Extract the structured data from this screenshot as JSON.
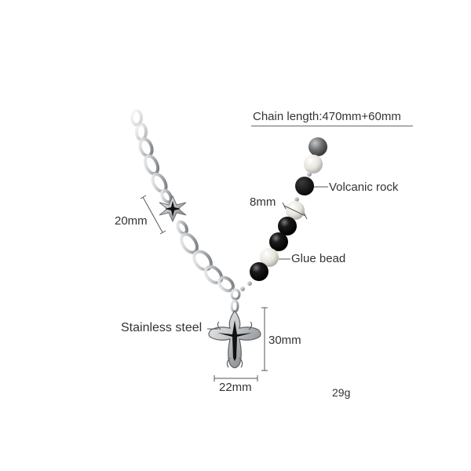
{
  "product": {
    "chain_length": "Chain length:470mm+60mm",
    "bead_size": "8mm",
    "volcanic_rock": "Volcanic rock",
    "glue_bead": "Glue bead",
    "charm_height": "20mm",
    "pendant_material": "Stainless steel",
    "pendant_height": "30mm",
    "pendant_width": "22mm",
    "weight": "29g"
  },
  "colors": {
    "steel": "#c9cbcd",
    "steel_dark": "#7d8084",
    "black_bead": "#0d0d0d",
    "pearl": "#e9e6e0",
    "grey_bead": "#6d6f72",
    "enamel": "#111111",
    "dimension_line": "#555555"
  }
}
